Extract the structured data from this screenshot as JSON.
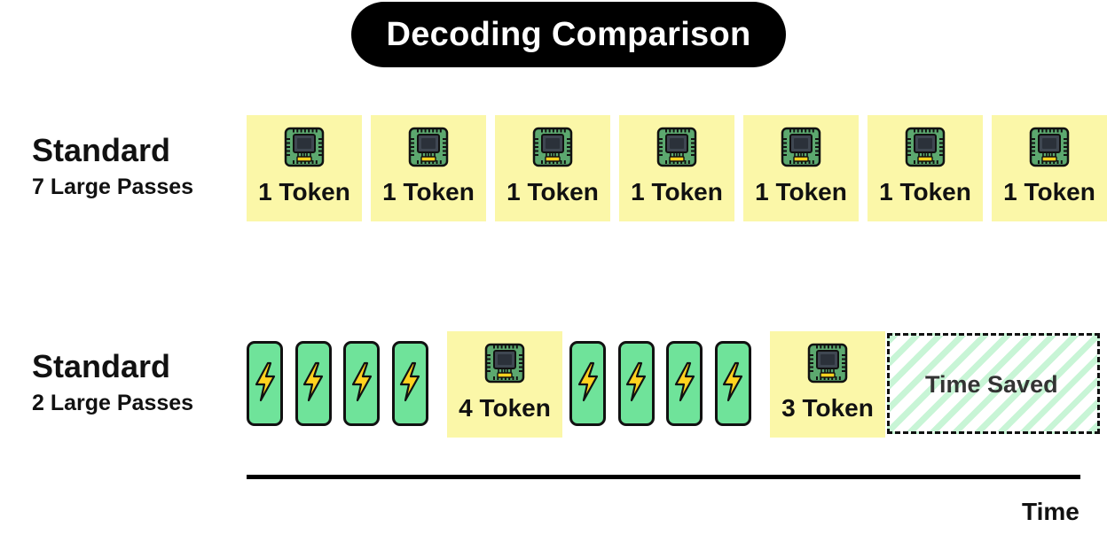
{
  "title": "Decoding Comparison",
  "rows": [
    {
      "name": "Standard",
      "subtitle": "7 Large Passes"
    },
    {
      "name": "Standard",
      "subtitle": "2 Large Passes"
    }
  ],
  "row1_tokens": [
    "1 Token",
    "1 Token",
    "1 Token",
    "1 Token",
    "1 Token",
    "1 Token",
    "1 Token"
  ],
  "row2_sequence": [
    {
      "kind": "draft"
    },
    {
      "kind": "draft"
    },
    {
      "kind": "draft"
    },
    {
      "kind": "draft"
    },
    {
      "kind": "verify",
      "label": "4 Token"
    },
    {
      "kind": "draft"
    },
    {
      "kind": "draft"
    },
    {
      "kind": "draft"
    },
    {
      "kind": "draft"
    },
    {
      "kind": "verify",
      "label": "3 Token"
    }
  ],
  "time_saved_label": "Time Saved",
  "axis_label": "Time",
  "icons": {
    "large_pass": "chip-icon",
    "draft_pass": "lightning-icon"
  },
  "colors": {
    "token_bg": "#fbf7a8",
    "draft_bg": "#6fe39a",
    "chip_green": "#5ca86f",
    "bolt_yellow": "#ffd21f",
    "time_saved_stripe": "#c8f5d6"
  }
}
